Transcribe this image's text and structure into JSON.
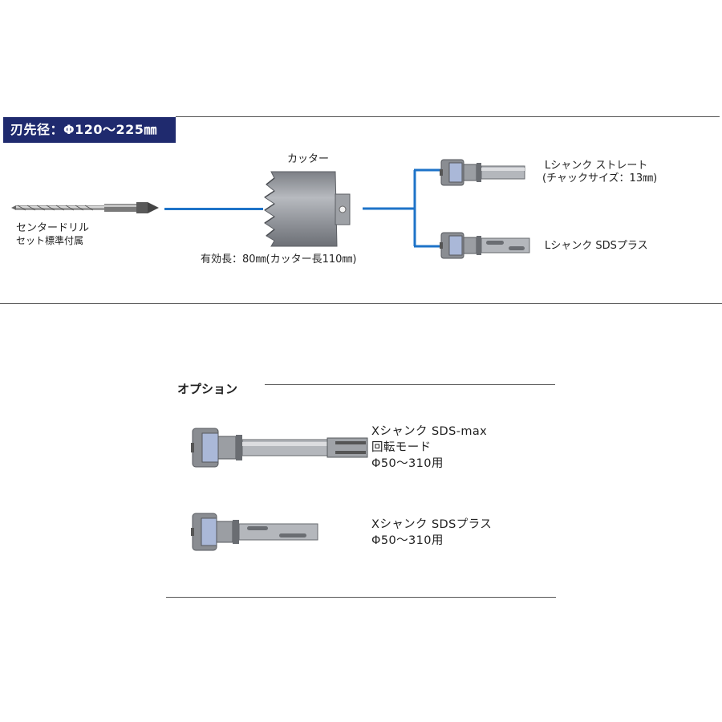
{
  "spec_badge": "刃先径：Φ120～225㎜",
  "center_drill": {
    "label_line1": "センタードリル",
    "label_line2": "セット標準付属"
  },
  "cutter": {
    "label": "カッター",
    "length_note": "有効長：80㎜(カッター長110㎜)"
  },
  "shanks": [
    {
      "line1": "Lシャンク ストレート",
      "line2": "(チャックサイズ：13㎜)"
    },
    {
      "line1": "Lシャンク SDSプラス"
    }
  ],
  "options": {
    "title": "オプション",
    "items": [
      {
        "line1": "Xシャンク SDS-max",
        "line2": "回転モード",
        "line3": "Φ50～310用"
      },
      {
        "line1": "Xシャンク SDSプラス",
        "line2": "Φ50～310用"
      }
    ]
  },
  "colors": {
    "badge_bg": "#1f2a6e",
    "connector": "#1e73c8",
    "metal": "#8a8d92"
  }
}
